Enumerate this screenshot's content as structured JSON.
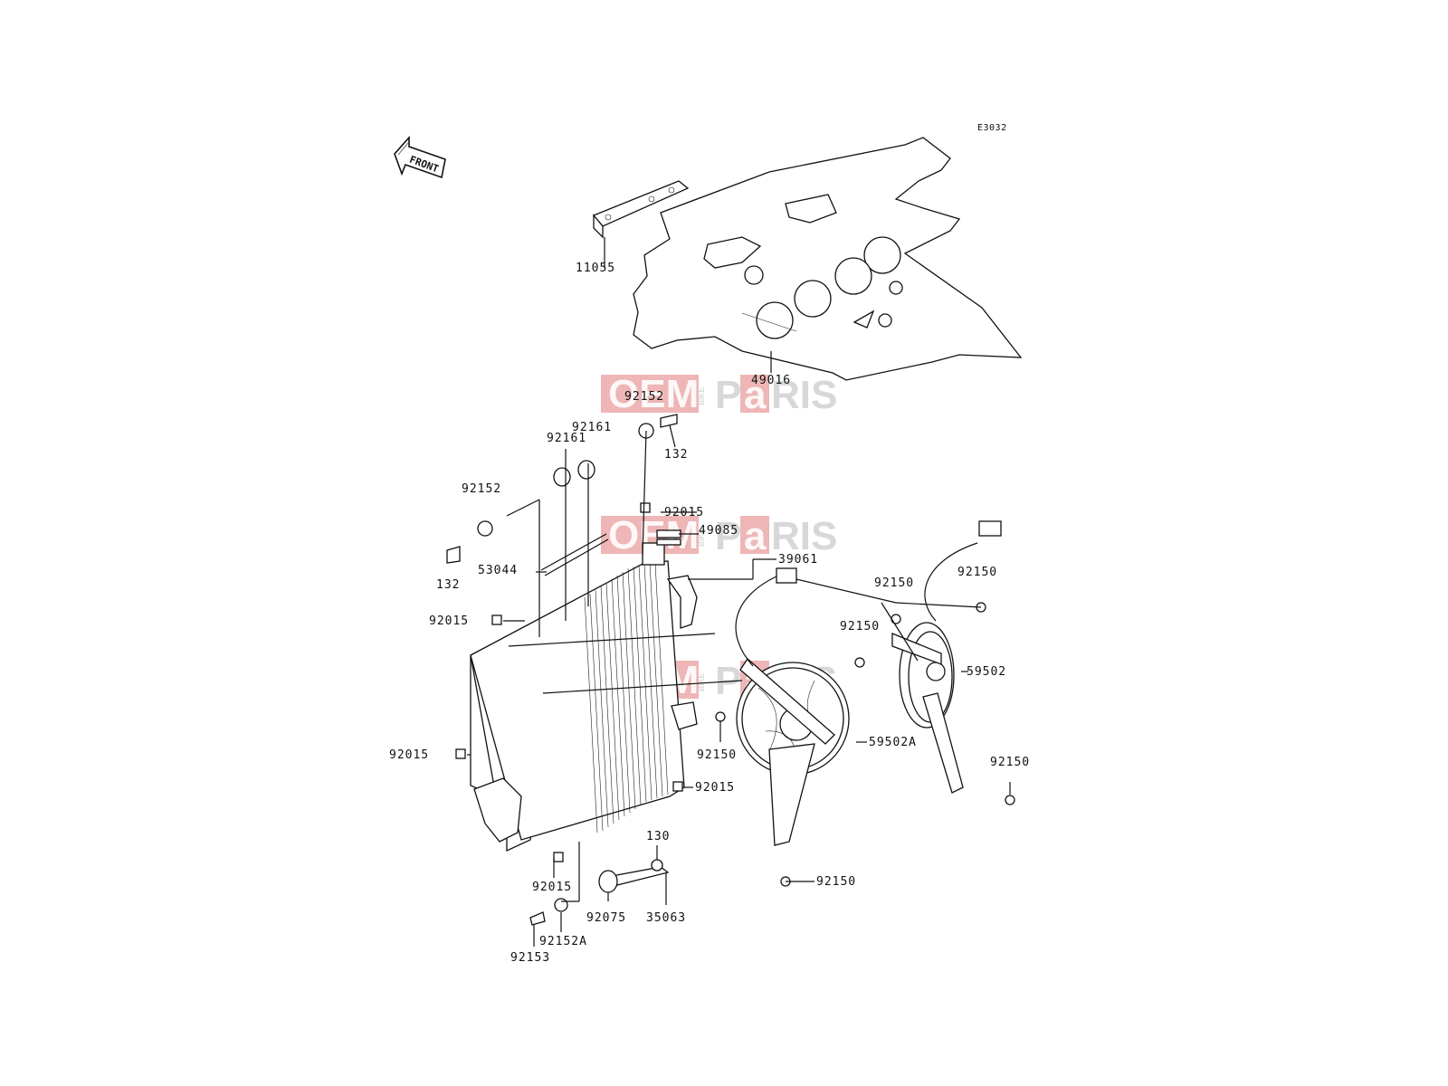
{
  "diagram_code": "E3032",
  "front_arrow_label": "FRONT",
  "watermark": {
    "brand_left": "OEM",
    "brand_side": "BIKE",
    "brand_right_a": "P",
    "brand_right_b": "a",
    "brand_right_c": "RIS"
  },
  "labels": [
    {
      "id": "11055",
      "text": "11055"
    },
    {
      "id": "49016",
      "text": "49016"
    },
    {
      "id": "92152_top",
      "text": "92152"
    },
    {
      "id": "132_top",
      "text": "132"
    },
    {
      "id": "92161_a",
      "text": "92161"
    },
    {
      "id": "92161_b",
      "text": "92161"
    },
    {
      "id": "92152_left",
      "text": "92152"
    },
    {
      "id": "132_left",
      "text": "132"
    },
    {
      "id": "53044",
      "text": "53044"
    },
    {
      "id": "92015_a",
      "text": "92015"
    },
    {
      "id": "49085",
      "text": "49085"
    },
    {
      "id": "39061",
      "text": "39061"
    },
    {
      "id": "92015_b",
      "text": "92015"
    },
    {
      "id": "92015_c",
      "text": "92015"
    },
    {
      "id": "92150_a",
      "text": "92150"
    },
    {
      "id": "92150_b",
      "text": "92150"
    },
    {
      "id": "92150_c",
      "text": "92150"
    },
    {
      "id": "59502",
      "text": "59502"
    },
    {
      "id": "92150_d",
      "text": "92150"
    },
    {
      "id": "59502A",
      "text": "59502A"
    },
    {
      "id": "92150_e",
      "text": "92150"
    },
    {
      "id": "92015_d",
      "text": "92015"
    },
    {
      "id": "92150_f",
      "text": "92150"
    },
    {
      "id": "92015_e",
      "text": "92015"
    },
    {
      "id": "130",
      "text": "130"
    },
    {
      "id": "92075",
      "text": "92075"
    },
    {
      "id": "35063",
      "text": "35063"
    },
    {
      "id": "92152A",
      "text": "92152A"
    },
    {
      "id": "92153",
      "text": "92153"
    }
  ]
}
